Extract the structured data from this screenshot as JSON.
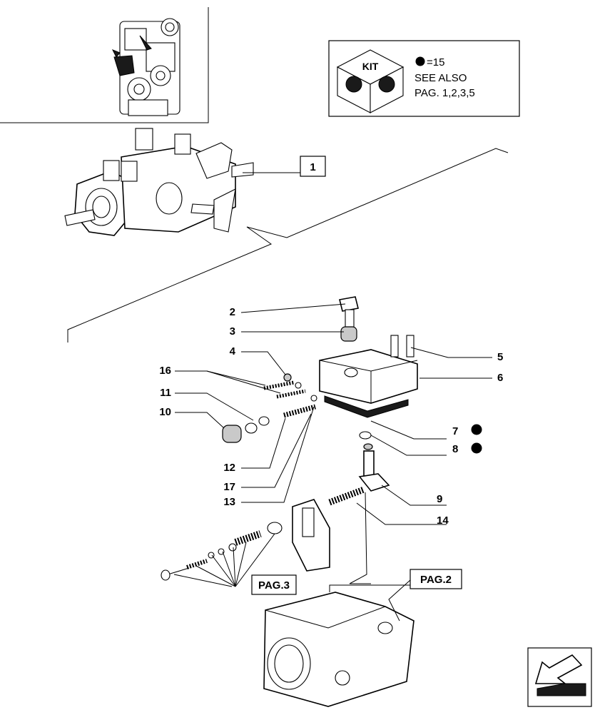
{
  "kit_box": {
    "kit_label": "KIT",
    "dot_note": "=15",
    "see_also": "SEE ALSO",
    "pages": "PAG. 1,2,3,5"
  },
  "assembly_ref": {
    "label": "1"
  },
  "callouts": {
    "c2": "2",
    "c3": "3",
    "c4": "4",
    "c5": "5",
    "c6": "6",
    "c7": "7",
    "c8": "8",
    "c9": "9",
    "c10": "10",
    "c11": "11",
    "c12": "12",
    "c13": "13",
    "c14": "14",
    "c16": "16",
    "c17": "17"
  },
  "page_refs": {
    "pag3": "PAG.3",
    "pag2": "PAG.2"
  },
  "markers": {
    "kit_dot_items": [
      "7",
      "8"
    ]
  },
  "nav": {
    "icon": "next-page-arrow-icon"
  }
}
